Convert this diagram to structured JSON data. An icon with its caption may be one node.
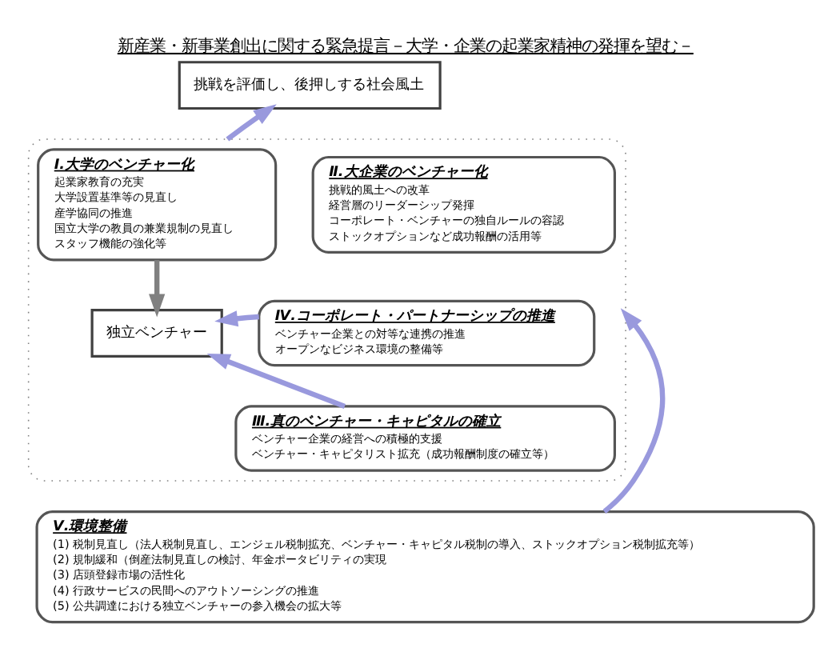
{
  "diagram": {
    "title": "新産業・新事業創出に関する緊急提言－大学・企業の起業家精神の発揮を望む－",
    "nodes": [
      {
        "text": [],
        "shape": "box"
      },
      {
        "text": [
          "挑戦を評価し、後押しする社会風土"
        ]
      },
      {
        "text": [
          "Ⅰ.大学のベンチャー化",
          "起業家教育の充実",
          "大学設置基準等の見直し",
          "産学協同の推進",
          "国立大学の教員の兼業規制の見直し",
          "スタッフ機能の強化等"
        ],
        "in": 0
      },
      {
        "text": [
          "Ⅱ.大企業のベンチャー化",
          "挑戦的風土への改革",
          "経営層のリーダーシップ発揮",
          "コーポレート・ベンチャーの独自ルールの容認",
          "ストックオプションなど成功報酬の活用等"
        ],
        "in": 0
      },
      {
        "text": [
          "独立ベンチャー"
        ],
        "in": 0
      },
      {
        "text": [
          "Ⅳ.コーポレート・パートナーシップの推進",
          "ベンチャー企業との対等な連携の推進",
          "オープンなビジネス環境の整備等"
        ],
        "in": 0
      },
      {
        "text": [
          "Ⅲ.真のベンチャー・キャピタルの確立",
          "ベンチャー企業の経営への積極的支援",
          "ベンチャー・キャピタリスト拡充（成功報酬制度の確立等）"
        ],
        "in": 0
      },
      {
        "text": [
          "Ⅴ.環境整備",
          "(1) 税制見直し（法人税制見直し、エンジェル税制拡充、ベンチャー・キャピタル税制の導入、ストックオプション税制拡充等）",
          "(2) 規制緩和（倒産法制見直しの検討、年金ポータビリティの実現",
          "(3) 店頭登録市場の活性化",
          "(4) 行政サービスの民間へのアウトソーシングの推進",
          "(5) 公共調達における独立ベンチャーの参入機会の拡大等"
        ]
      }
    ],
    "edges": [
      {
        "from": 0,
        "to": 1,
        "arrow": "to"
      },
      {
        "from": 2,
        "to": 4,
        "arrow": "to",
        "color": "#808080"
      },
      {
        "from": 5,
        "to": 4,
        "arrow": "to"
      },
      {
        "from": 6,
        "to": 4,
        "arrow": "to"
      },
      {
        "from": 7,
        "to": 0,
        "arrow": "to"
      }
    ]
  }
}
